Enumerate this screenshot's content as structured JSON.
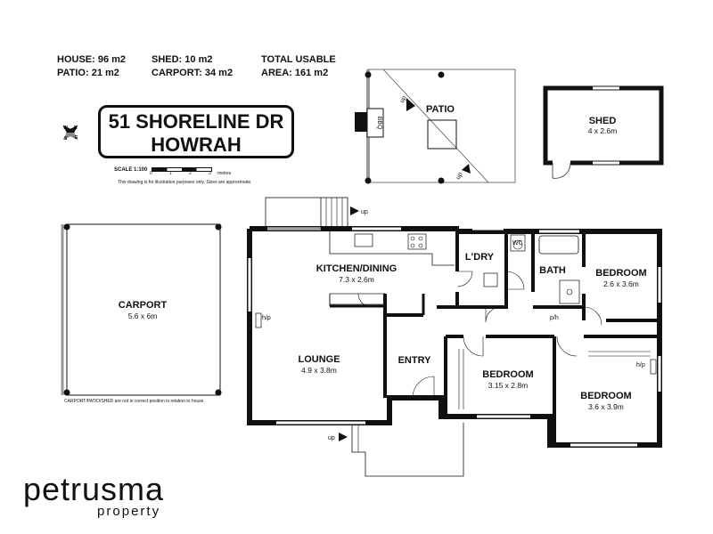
{
  "stats": {
    "house": "HOUSE: 96 m2",
    "patio": "PATIO: 21 m2",
    "shed": "SHED: 10 m2",
    "carport": "CARPORT: 34 m2",
    "total_line1": "TOTAL USABLE",
    "total_line2": "AREA: 161 m2"
  },
  "address": {
    "street": "51 SHORELINE DR",
    "suburb": "HOWRAH"
  },
  "compass": {
    "n": "N",
    "e": "E",
    "s": "S",
    "w": "W"
  },
  "scale": {
    "label": "SCALE 1:100",
    "ticks": [
      "0",
      "1",
      "2",
      "3"
    ],
    "unit": "metres"
  },
  "disclaimer": "This drawing is for illustration purposes only. Sizes are approximate.",
  "carport_note": "CARPORT/PATIO/SHED are not in correct position in relation to house.",
  "rooms": {
    "carport": {
      "name": "CARPORT",
      "dim": "5.6 x 6m"
    },
    "patio": {
      "name": "PATIO"
    },
    "bbq": {
      "name": "BBQ"
    },
    "shed": {
      "name": "SHED",
      "dim": "4 x 2.6m"
    },
    "kitchen": {
      "name": "KITCHEN/DINING",
      "dim": "7.3 x 2.6m"
    },
    "laundry": {
      "name": "L'DRY"
    },
    "bath": {
      "name": "BATH"
    },
    "bedroom1": {
      "name": "BEDROOM",
      "dim": "2.6 x 3.6m"
    },
    "lounge": {
      "name": "LOUNGE",
      "dim": "4.9 x 3.8m"
    },
    "entry": {
      "name": "ENTRY"
    },
    "bedroom2": {
      "name": "BEDROOM",
      "dim": "3.15 x 2.8m"
    },
    "bedroom3": {
      "name": "BEDROOM",
      "dim": "3.6 x 3.9m"
    }
  },
  "fixtures": {
    "hp": "h/p",
    "ph": "p/h",
    "wc": "WC",
    "up": "up"
  },
  "logo": {
    "name": "petrusma",
    "sub": "property"
  }
}
